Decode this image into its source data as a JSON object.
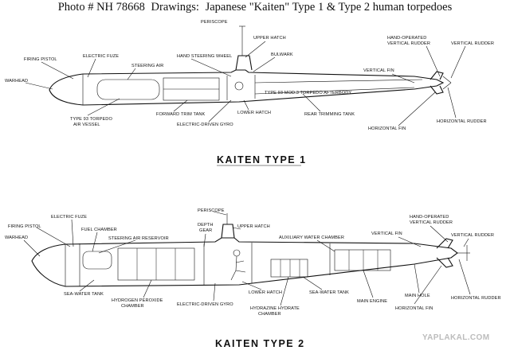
{
  "caption": {
    "photo_no": "Photo # NH 78668",
    "drawings_label": "Drawings:",
    "description": "Japanese \"Kaiten\" Type 1 & Type 2 human torpedoes"
  },
  "type1": {
    "title": "KAITEN TYPE 1",
    "labels": {
      "periscope": "PERISCOPE",
      "upper_hatch": "UPPER HATCH",
      "hand_steering": "HAND STEERING WHEEL",
      "bulwark": "BULWARK",
      "firing_pistol": "FIRING PISTOL",
      "electric_fuze": "ELECTRIC FUZE",
      "steering_air": "STEERING AIR",
      "warhead": "WARHEAD",
      "torpedo_air": "TYPE 93 TORPEDO",
      "air_vessel": "AIR VESSEL",
      "forward_trim": "FORWARD TRIM TANK",
      "gyro": "ELECTRIC-DRIVEN GYRO",
      "lower_hatch": "LOWER HATCH",
      "afterbody": "TYPE 93 MOD.3 TORPEDO AFTERBODY",
      "rear_trim": "REAR TRIMMING TANK",
      "hand_rudder": "HAND-OPERATED",
      "hand_rudder_2": "VERTICAL RUDDER",
      "vertical_rudder": "VERTICAL RUDDER",
      "vertical_fin": "VERTICAL FIN",
      "horizontal_fin": "HORIZONTAL FIN",
      "horizontal_rudder": "HORIZONTAL RUDDER"
    }
  },
  "type2": {
    "title": "KAITEN TYPE 2",
    "labels": {
      "periscope": "PERISCOPE",
      "firing_pistol": "FIRING PISTOL",
      "electric_fuze": "ELECTRIC FUZE",
      "fuel_chamber": "FUEL CHAMBER",
      "steering_air": "STEERING AIR RESERVOIR",
      "depth_gear": "DEPTH",
      "depth_gear_2": "GEAR",
      "upper_hatch": "UPPER HATCH",
      "aux_water": "AUXILIARY WATER CHAMBER",
      "hand_rudder": "HAND-OPERATED",
      "hand_rudder_2": "VERTICAL RUDDER",
      "vertical_fin": "VERTICAL FIN",
      "vertical_rudder": "VERTICAL RUDDER",
      "warhead": "WARHEAD",
      "sea_water_tank": "SEA-WATER TANK",
      "peroxide": "HYDROGEN PEROXIDE",
      "peroxide_2": "CHAMBER",
      "gyro": "ELECTRIC-DRIVEN GYRO",
      "lower_hatch": "LOWER HATCH",
      "sea_water_tank_2": "SEA-WATER TANK",
      "hydrate": "HYDRAZINE HYDRATE",
      "hydrate_2": "CHAMBER",
      "main_engine": "MAIN ENGINE",
      "main_hole": "MAIN HOLE",
      "horizontal_rudder": "HORIZONTAL RUDDER",
      "horizontal_fin": "HORIZONTAL FIN"
    }
  },
  "watermark": "YAPLAKAL.COM"
}
